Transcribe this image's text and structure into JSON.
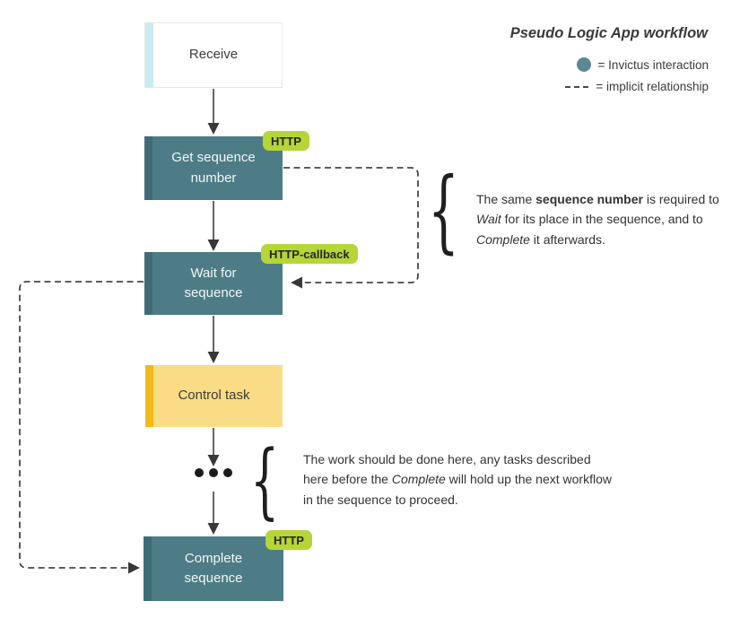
{
  "title": "Pseudo Logic App workflow",
  "legend": {
    "invictus": {
      "icon": "teal-circle",
      "label": "= Invictus interaction",
      "color": "#5d8794"
    },
    "implicit": {
      "icon": "dashed-line",
      "label": "= implicit relationship"
    }
  },
  "flow": {
    "nodes": [
      {
        "id": "receive",
        "type": "trigger",
        "label": "Receive",
        "accent_color": "#c9ecf1"
      },
      {
        "id": "get-sequence-number",
        "type": "invictus-interaction",
        "label": "Get sequence\nnumber",
        "badge": "HTTP"
      },
      {
        "id": "wait-for-sequence",
        "type": "invictus-interaction",
        "label": "Wait for\nsequence",
        "badge": "HTTP-callback"
      },
      {
        "id": "control-task",
        "type": "task",
        "label": "Control task",
        "accent_color": "#f2ba19"
      },
      {
        "id": "complete-sequence",
        "type": "invictus-interaction",
        "label": "Complete\nsequence",
        "badge": "HTTP"
      }
    ],
    "implicit_edges": [
      {
        "from": "get-sequence-number",
        "to": "wait-for-sequence",
        "side": "right"
      },
      {
        "from": "wait-for-sequence",
        "to": "complete-sequence",
        "side": "left"
      }
    ]
  },
  "annotations": [
    {
      "id": "sequence-number-note",
      "segments": [
        {
          "text": "The same ",
          "style": "normal"
        },
        {
          "text": "sequence number",
          "style": "bold"
        },
        {
          "text": " is required to ",
          "style": "normal"
        },
        {
          "text": "Wait",
          "style": "italic"
        },
        {
          "text": " for its place in the sequence, and to ",
          "style": "normal"
        },
        {
          "text": "Complete",
          "style": "italic"
        },
        {
          "text": " it afterwards.",
          "style": "normal"
        }
      ]
    },
    {
      "id": "work-note",
      "segments": [
        {
          "text": "The work should be done here, any tasks described here before the ",
          "style": "normal"
        },
        {
          "text": "Complete",
          "style": "italic"
        },
        {
          "text": " will hold up the next workflow in the sequence to proceed.",
          "style": "normal"
        }
      ]
    }
  ],
  "glyphs": {
    "brace": "{"
  },
  "colors": {
    "invictus_fill": "#4d7c86",
    "invictus_accent": "#3f6c76",
    "task_fill": "#f9dc85",
    "task_accent": "#f2ba19",
    "trigger_accent": "#c9ecf1",
    "badge_fill": "#b5d636",
    "legend_circle": "#5d8794"
  }
}
